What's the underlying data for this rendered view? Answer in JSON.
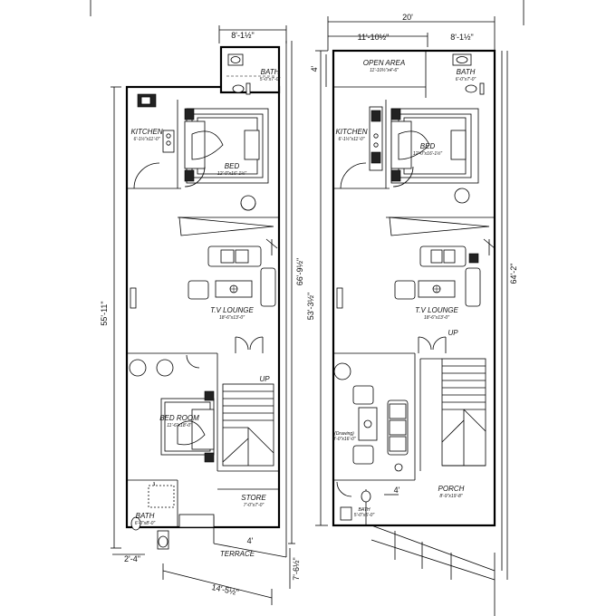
{
  "left_plan": {
    "dims": {
      "top_width": "8'-1½\"",
      "height_total": "66'-9½\"",
      "height_inner": "55'-11\"",
      "bottom_right": "7'-6½\"",
      "bottom_left": "2'-4\"",
      "terrace_width": "14'-5½\"",
      "terrace_door": "4'"
    },
    "rooms": {
      "bath_top": {
        "name": "BATH",
        "size": "5'-0\"x7'-0\""
      },
      "kitchen": {
        "name": "KITCHEN",
        "size": "6'-1½\"x11'-0\""
      },
      "bed": {
        "name": "BED",
        "size": "12'-0\"x16'-1½\""
      },
      "tv_lounge": {
        "name": "T.V LOUNGE",
        "size": "18'-6\"x13'-0\""
      },
      "bed_room": {
        "name": "BED ROOM",
        "size": "11'-6\"x18'-0\""
      },
      "up": "UP",
      "bath_bottom": {
        "name": "BATH",
        "size": "6'-0\"x8'-0\""
      },
      "store": {
        "name": "STORE",
        "size": "7'-0\"x7'-0\""
      },
      "terrace": "TERRACE"
    }
  },
  "right_plan": {
    "dims": {
      "top_width": "20'",
      "left_width": "11'-10½\"",
      "right_width": "8'-1½\"",
      "open_area_height": "4'",
      "height_inner": "53'-3½\"",
      "height_total": "64'-2\"",
      "porch_door": "4'"
    },
    "rooms": {
      "open_area": {
        "name": "OPEN AREA",
        "size": "11'-10½\"x4'-6\""
      },
      "bath_top": {
        "name": "BATH",
        "size": "6'-0\"x7'-0\""
      },
      "kitchen": {
        "name": "KITCHEN",
        "size": "6'-1½\"x11'-0\""
      },
      "bed": {
        "name": "BED",
        "size": "12'-0\"x16'-1½\""
      },
      "tv_lounge": {
        "name": "T.V LOUNGE",
        "size": "18'-6\"x13'-0\""
      },
      "up": "UP",
      "drawing": {
        "name": "(Drawing)",
        "size": "8'-0\"x16'-0\""
      },
      "porch": {
        "name": "PORCH",
        "size": "8'-9\"x19'-8\""
      },
      "bath_bottom": {
        "name": "BATH",
        "size": "5'-0\"x5'-0\""
      }
    }
  }
}
